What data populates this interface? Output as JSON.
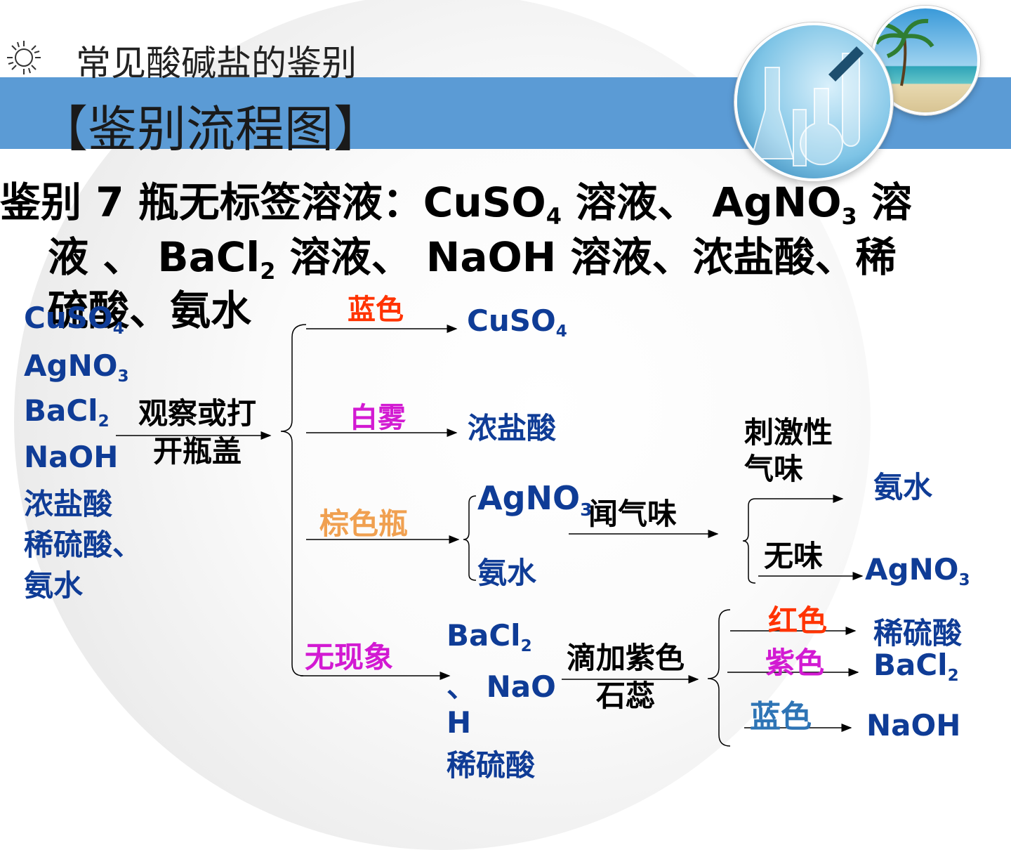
{
  "header": {
    "title": "常见酸碱盐的鉴别"
  },
  "banner": {
    "title": "【鉴别流程图】"
  },
  "task": {
    "line1_a": "鉴别 7 瓶无标签溶液：",
    "line1_b": "CuSO",
    "line1_b_sub": "4",
    "line1_c": " 溶液、 AgNO",
    "line1_c_sub": "3",
    "line1_d": " 溶",
    "line2_a": "液  、 BaCl",
    "line2_a_sub": "2",
    "line2_b": " 溶液、 NaOH 溶液、浓盐酸、稀",
    "line3": "硫酸、氨水"
  },
  "samples": {
    "cuso4": "CuSO",
    "cuso4_sub": "4",
    "agno3": "AgNO",
    "agno3_sub": "3",
    "bacl2": "BaCl",
    "bacl2_sub": "2",
    "naoh": "NaOH",
    "hcl": "浓盐酸",
    "h2so4": "稀硫酸、",
    "nh3": "氨水"
  },
  "step1": {
    "line1": "观察或打",
    "line2": "开瓶盖"
  },
  "branches": {
    "blue_color": "蓝色",
    "white_fog": "白雾",
    "brown_bottle": "棕色瓶",
    "no_change": "无现象"
  },
  "results1": {
    "cuso4": "CuSO",
    "cuso4_sub": "4",
    "hcl": "浓盐酸",
    "agno3": "AgNO",
    "agno3_sub": "3",
    "nh3": "氨水",
    "group_bacl2": "BaCl",
    "group_bacl2_sub": "2",
    "group_naoh_a": "、 NaO",
    "group_naoh_b": "H",
    "group_h2so4": "稀硫酸"
  },
  "step2": {
    "label": "闻气味",
    "pungent_1": "刺激性",
    "pungent_2": "气味",
    "odorless": "无味",
    "res_nh3": "氨水",
    "res_agno3": "AgNO",
    "res_agno3_sub": "3"
  },
  "step3": {
    "label_1": "滴加紫色",
    "label_2": "石蕊",
    "red": "红色",
    "purple": "紫色",
    "blue": "蓝色",
    "res_h2so4": "稀硫酸",
    "res_bacl2": "BaCl",
    "res_bacl2_sub": "2",
    "res_naoh": "NaOH"
  }
}
